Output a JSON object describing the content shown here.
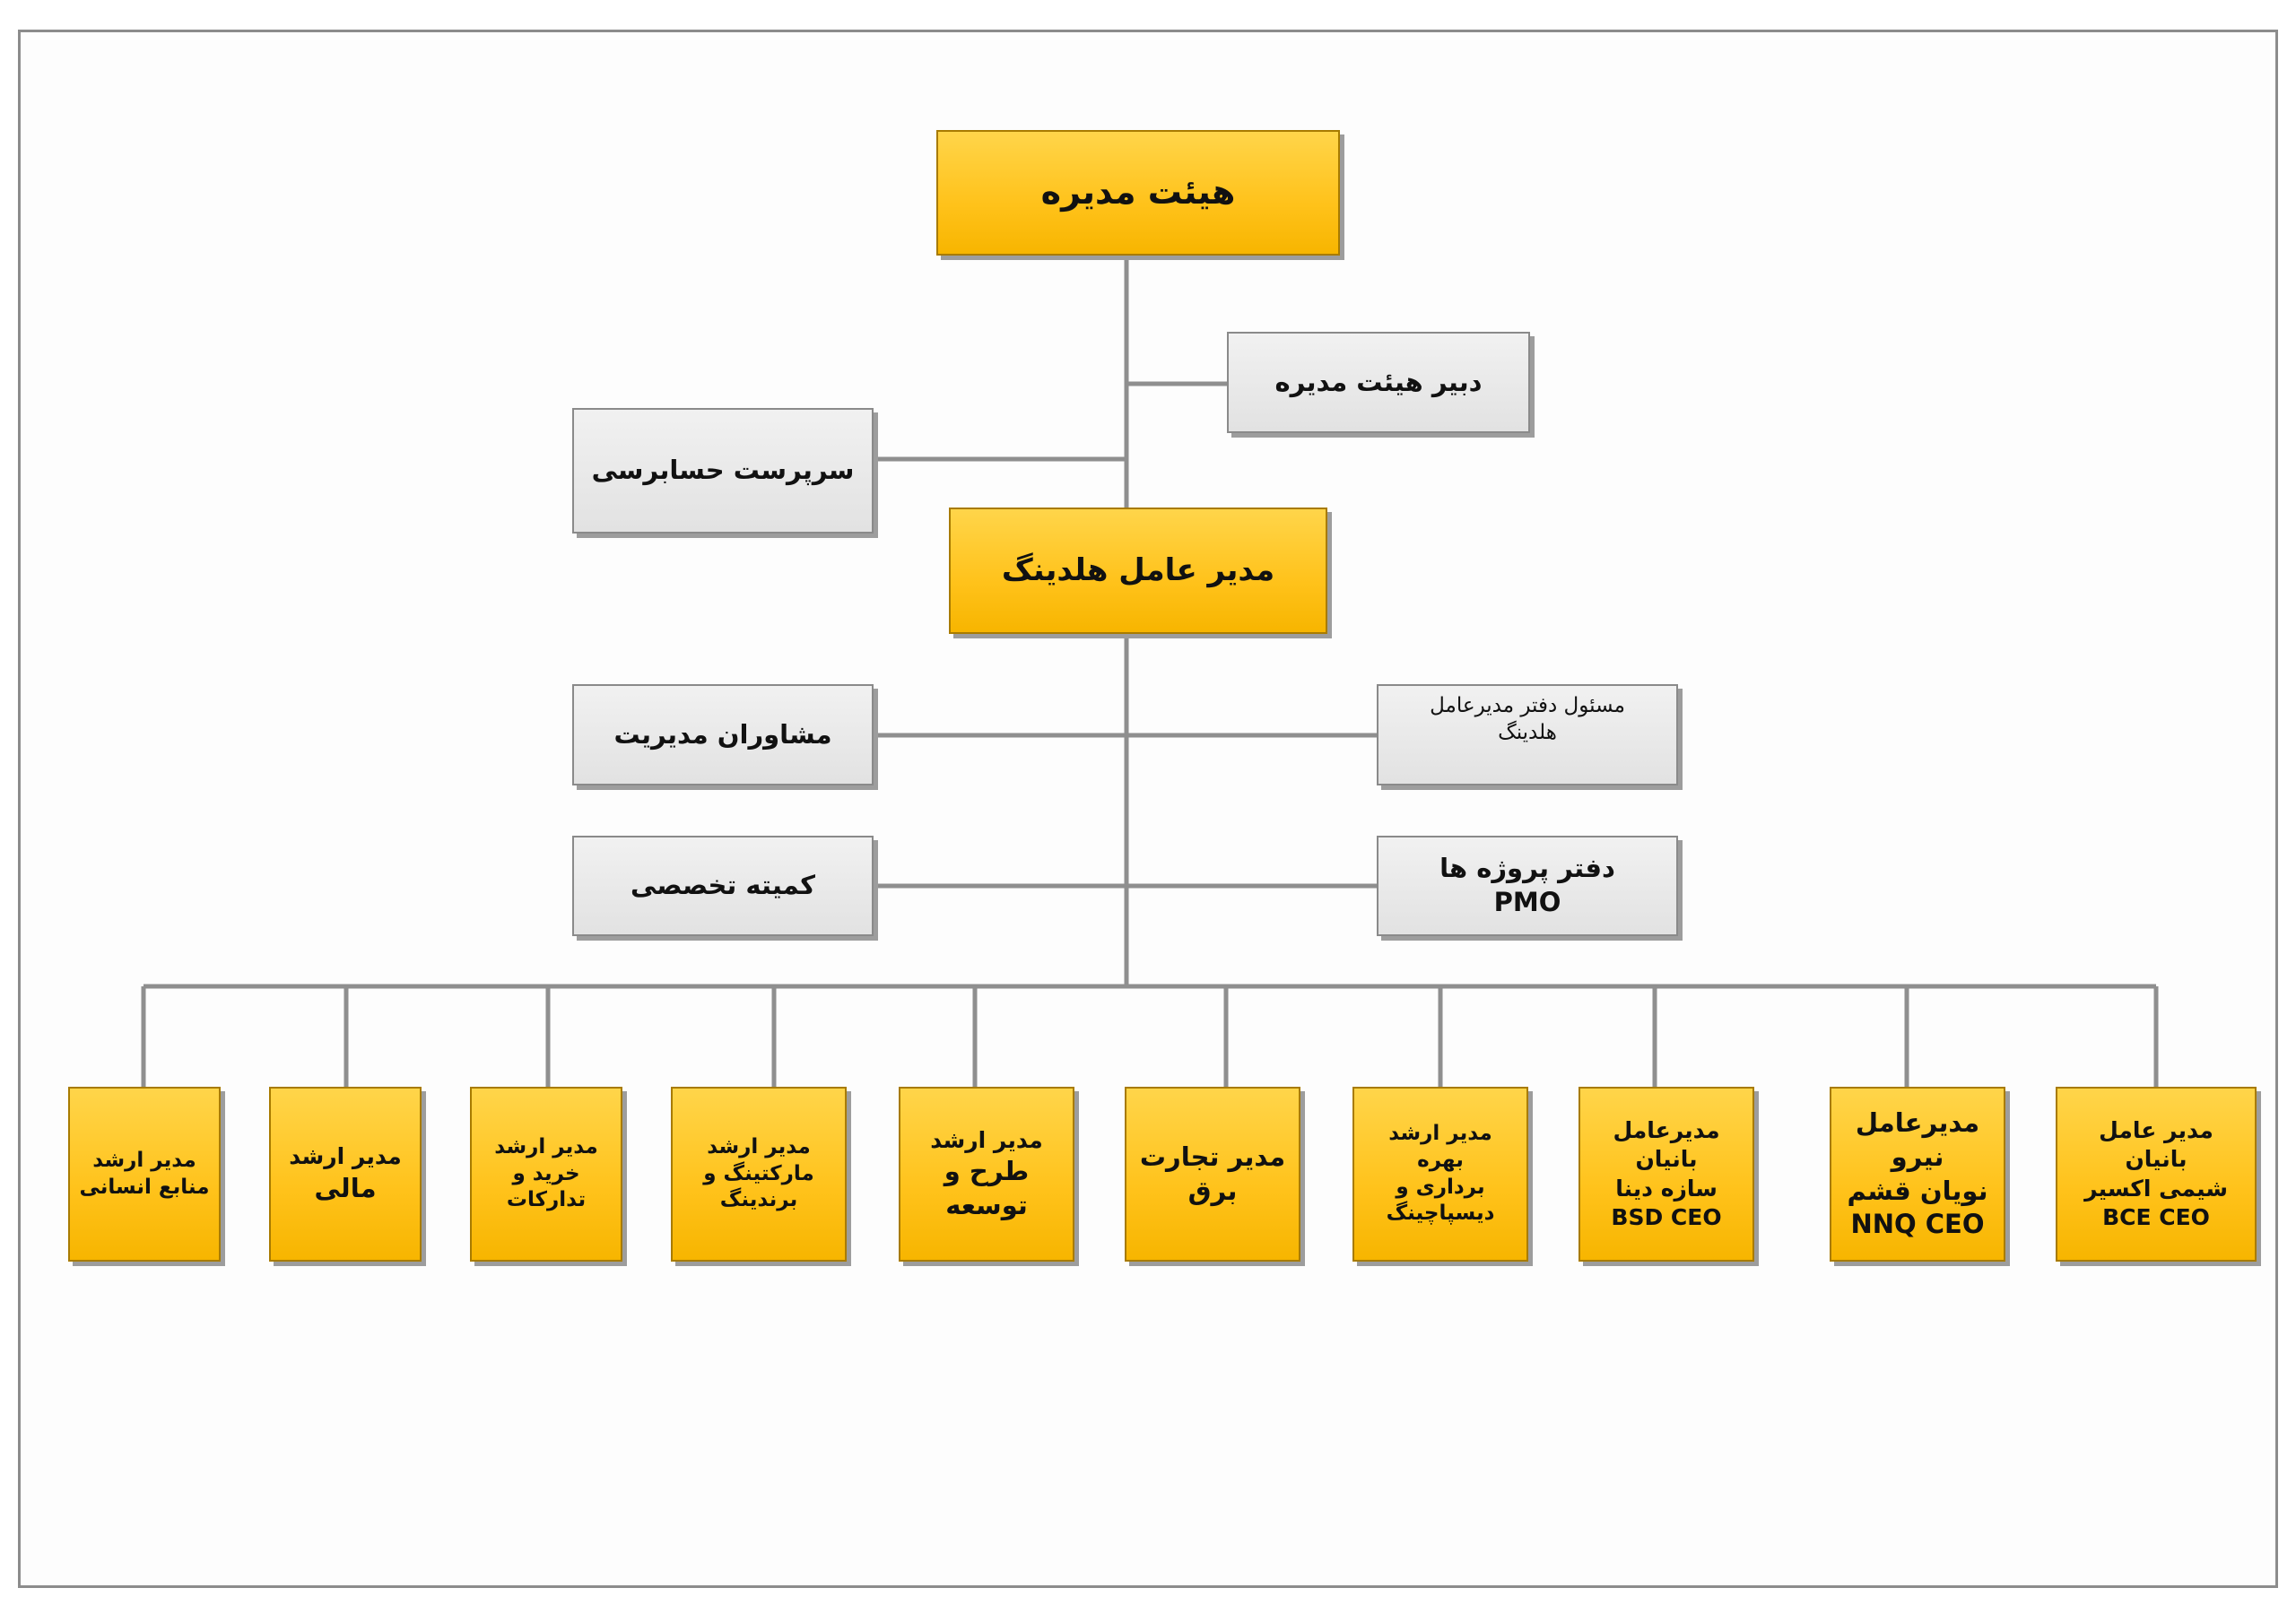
{
  "top": {
    "board": "هیئت مدیره",
    "board_secretary": "دبیر هیئت مدیره",
    "audit_supervisor": "سرپرست حسابرسی",
    "holding_ceo": "مدیر عامل هلدینگ",
    "management_advisors": "مشاوران مدیریت",
    "ceo_office_head": [
      "مسئول دفتر مدیرعامل",
      "هلدینگ"
    ],
    "technical_committee": "کمیته تخصصی",
    "pmo": [
      "دفتر پروژه ها",
      "PMO"
    ]
  },
  "units": [
    {
      "lines": [
        "مدیر عامل بانیان",
        "شیمی اکسیر",
        "BCE CEO"
      ]
    },
    {
      "lines": [
        "مدیرعامل نیرو",
        "نویان قشم",
        "NNQ CEO"
      ]
    },
    {
      "lines": [
        "مدیرعامل بانیان",
        "سازه دینا",
        "BSD CEO"
      ]
    },
    {
      "lines": [
        "مدیر ارشد  بهره",
        "برداری و",
        "دیسپاچینگ"
      ]
    },
    {
      "lines": [
        "مدیر تجارت",
        "برق"
      ]
    },
    {
      "lines": [
        "مدیر ارشد",
        "طرح و توسعه"
      ]
    },
    {
      "lines": [
        "مدیر ارشد",
        "مارکتینگ و",
        "برندینگ"
      ]
    },
    {
      "lines": [
        "مدیر ارشد",
        "خرید و",
        "تدارکات"
      ]
    },
    {
      "lines": [
        "مدیر ارشد",
        "مالی"
      ]
    },
    {
      "lines": [
        "مدیر ارشد",
        "منابع  انسانی"
      ]
    }
  ]
}
